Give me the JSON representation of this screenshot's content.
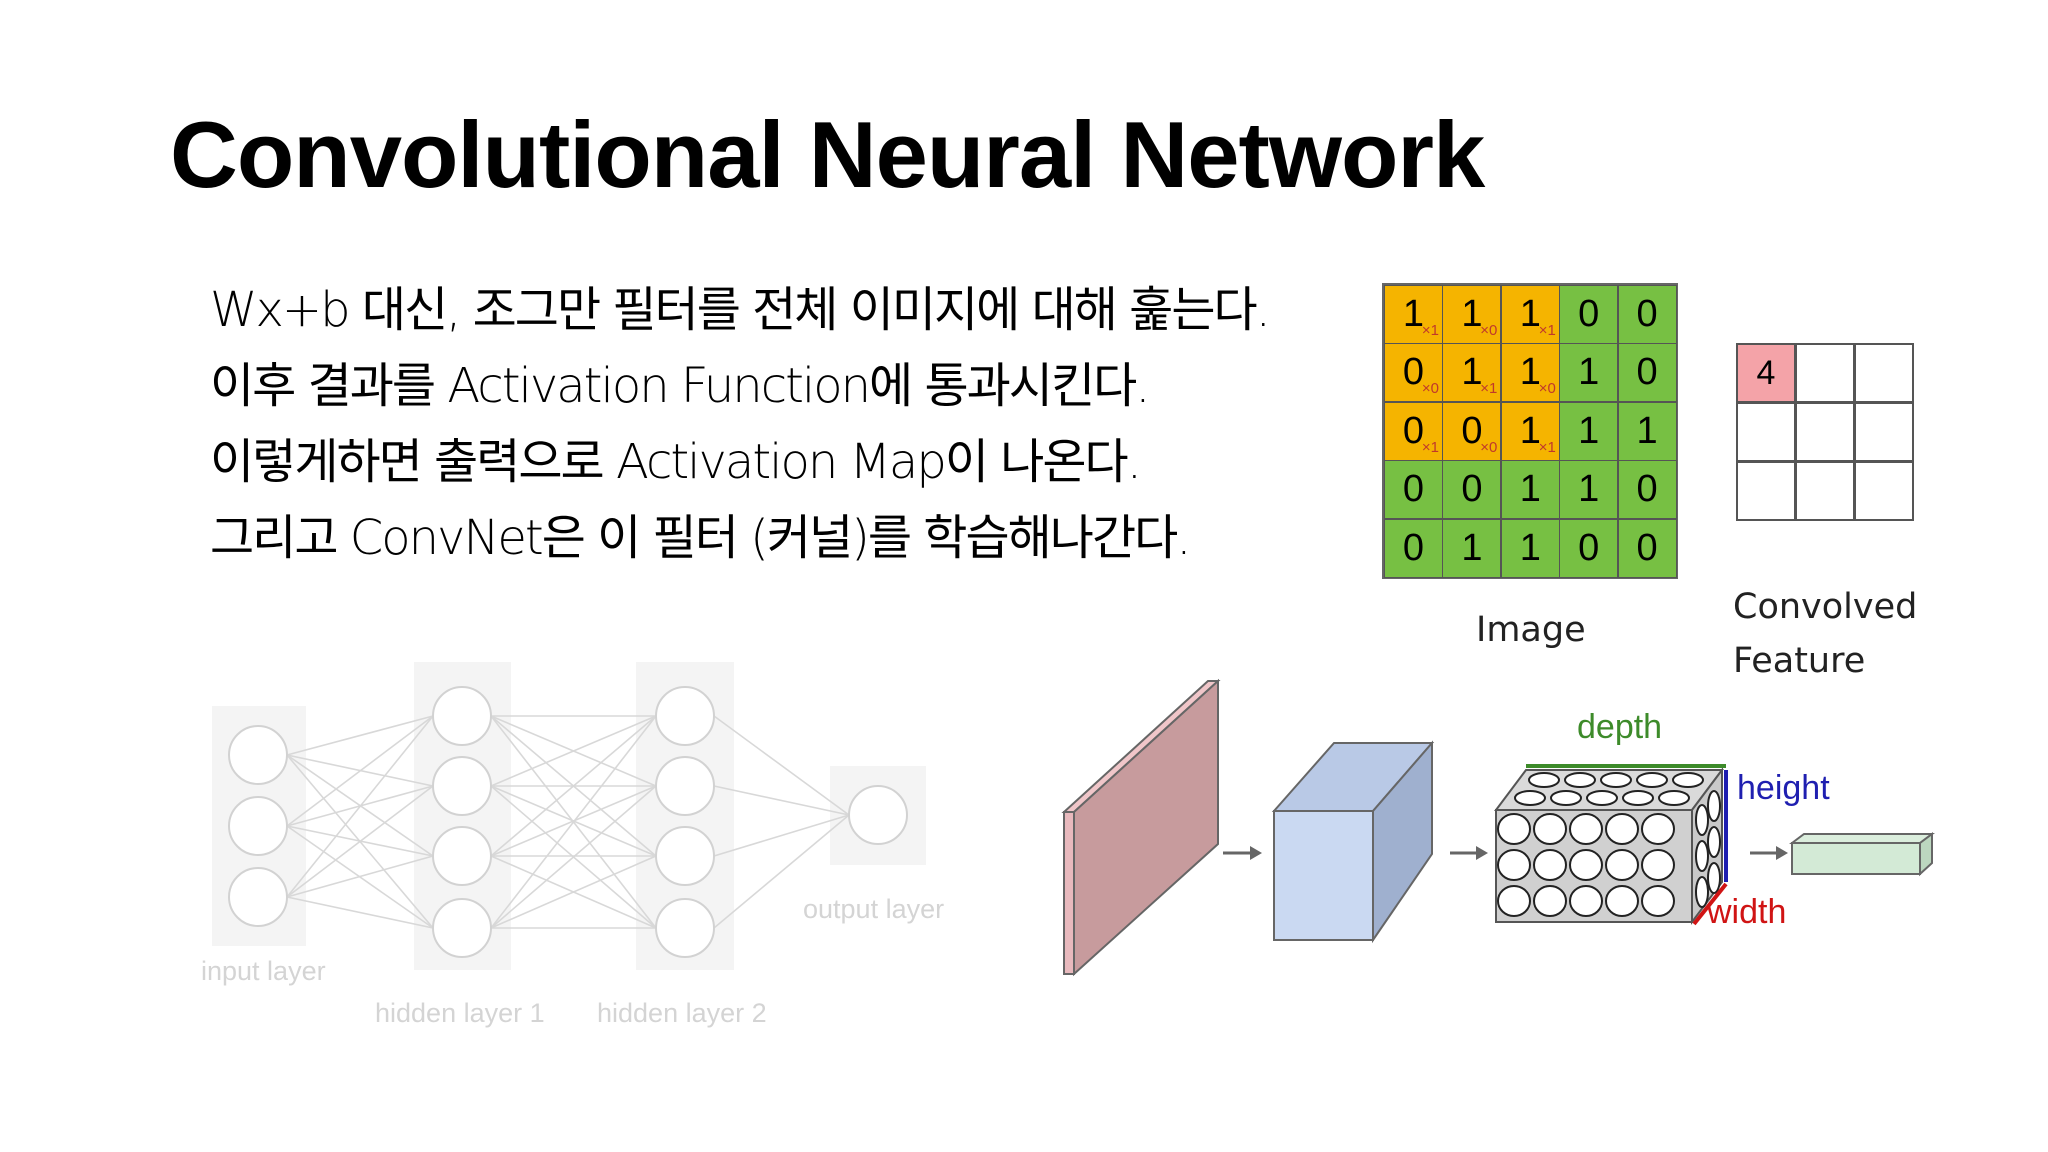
{
  "slide": {
    "title": "Convolutional Neural Network",
    "lines": [
      "Wx+b 대신, 조그만 필터를 전체 이미지에 대해 훑는다.",
      "이후 결과를 Activation Function에 통과시킨다.",
      "이렇게하면 출력으로 Activation Map이 나온다.",
      "그리고 ConvNet은 이 필터 (커널)를 학습해나간다."
    ]
  },
  "image_grid": {
    "label": "Image",
    "rows": [
      [
        "1",
        "1",
        "1",
        "0",
        "0"
      ],
      [
        "0",
        "1",
        "1",
        "1",
        "0"
      ],
      [
        "0",
        "0",
        "1",
        "1",
        "1"
      ],
      [
        "0",
        "0",
        "1",
        "1",
        "0"
      ],
      [
        "0",
        "1",
        "1",
        "0",
        "0"
      ]
    ],
    "weights": [
      [
        "×1",
        "×0",
        "×1",
        "",
        ""
      ],
      [
        "×0",
        "×1",
        "×0",
        "",
        ""
      ],
      [
        "×1",
        "×0",
        "×1",
        "",
        ""
      ],
      [
        "",
        "",
        "",
        "",
        ""
      ],
      [
        "",
        "",
        "",
        "",
        ""
      ]
    ],
    "colors": {
      "highlight": "#f5b400",
      "base": "#77c043",
      "weight": "#c0392b"
    }
  },
  "convolved": {
    "label_line1": "Convolved",
    "label_line2": "Feature",
    "cells": [
      "4",
      "",
      "",
      "",
      "",
      "",
      "",
      "",
      ""
    ],
    "highlight_color": "#f4a3a8"
  },
  "neural_net": {
    "labels": {
      "input": "input layer",
      "hidden1": "hidden layer 1",
      "hidden2": "hidden layer 2",
      "output": "output layer"
    },
    "layers": [
      3,
      4,
      4,
      1
    ]
  },
  "cnn_diagram": {
    "depth": "depth",
    "height": "height",
    "width": "width",
    "colors": {
      "depth": "#3d8b2a",
      "height": "#1f1fb0",
      "width": "#d01414"
    }
  }
}
